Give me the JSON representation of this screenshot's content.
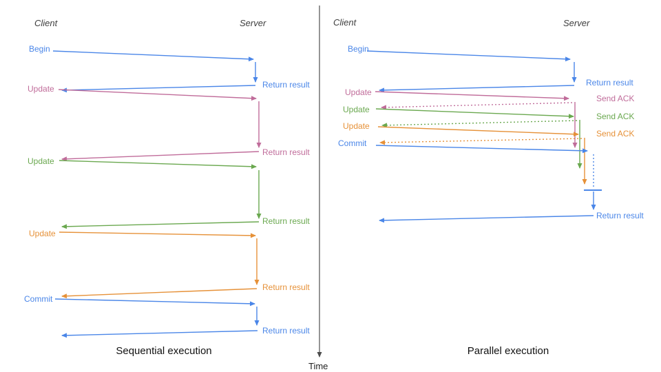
{
  "diagram": {
    "time_axis": {
      "label": "Time"
    },
    "colors": {
      "transaction_blue": "#4a86e8",
      "update1_pink": "#c06c9a",
      "update2_green": "#6aa84f",
      "update3_orange": "#e69138",
      "axis_dark": "#4d4d4d"
    },
    "left": {
      "title": "Sequential execution",
      "client": "Client",
      "server": "Server",
      "steps": [
        {
          "request": "Begin",
          "response": "Return result"
        },
        {
          "request": "Update",
          "response": "Return result"
        },
        {
          "request": "Update",
          "response": "Return result"
        },
        {
          "request": "Update",
          "response": "Return result"
        },
        {
          "request": "Commit",
          "response": "Return result"
        }
      ]
    },
    "right": {
      "title": "Parallel execution",
      "client": "Client",
      "server": "Server",
      "steps": [
        {
          "request": "Begin",
          "response": "Return result"
        },
        {
          "request": "Update",
          "response": "Send ACK"
        },
        {
          "request": "Update",
          "response": "Send ACK"
        },
        {
          "request": "Update",
          "response": "Send ACK"
        },
        {
          "request": "Commit",
          "response": "Return result"
        }
      ]
    }
  }
}
